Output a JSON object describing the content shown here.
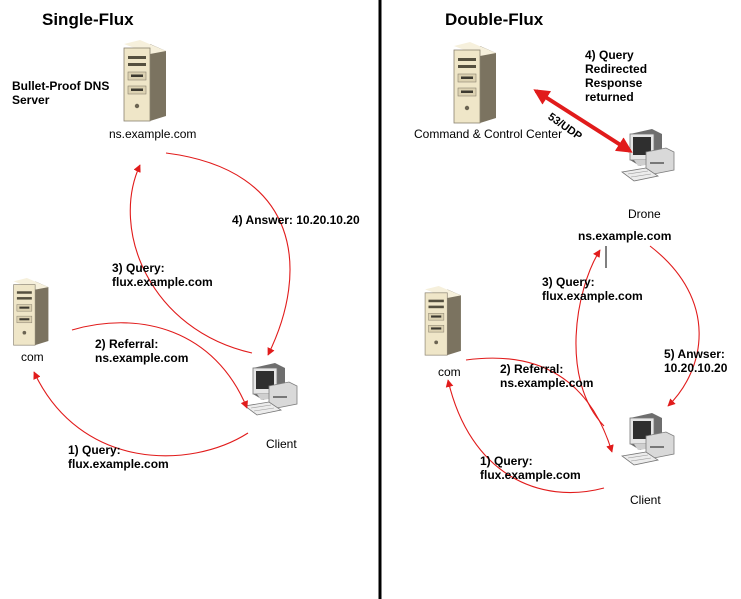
{
  "colors": {
    "arrow": "#e11b1b",
    "divider": "#000000",
    "server_body": "#efe6c8",
    "server_dark": "#5b5545",
    "monitor": "#e8e8e8"
  },
  "single_flux": {
    "title": "Single-Flux",
    "bp_label_1": "Bullet-Proof DNS",
    "bp_label_2": "Server",
    "ns_label": "ns.example.com",
    "com_label": "com",
    "client_label": "Client",
    "step1_l1": "1) Query:",
    "step1_l2": "flux.example.com",
    "step2_l1": "2) Referral:",
    "step2_l2": "ns.example.com",
    "step3_l1": "3) Query:",
    "step3_l2": "flux.example.com",
    "step4": "4) Answer: 10.20.10.20"
  },
  "double_flux": {
    "title": "Double-Flux",
    "cc_label": "Command & Control Center",
    "drone_label": "Drone",
    "ns_label": "ns.example.com",
    "com_label": "com",
    "client_label": "Client",
    "port_label": "53/UDP",
    "step4_l1": "4) Query",
    "step4_l2": "Redirected",
    "step4_l3": "Response",
    "step4_l4": "returned",
    "step3_l1": "3) Query:",
    "step3_l2": "flux.example.com",
    "step5_l1": "5) Anwser:",
    "step5_l2": "10.20.10.20",
    "step2_l1": "2) Referral:",
    "step2_l2": "ns.example.com",
    "step1_l1": "1) Query:",
    "step1_l2": "flux.example.com"
  }
}
